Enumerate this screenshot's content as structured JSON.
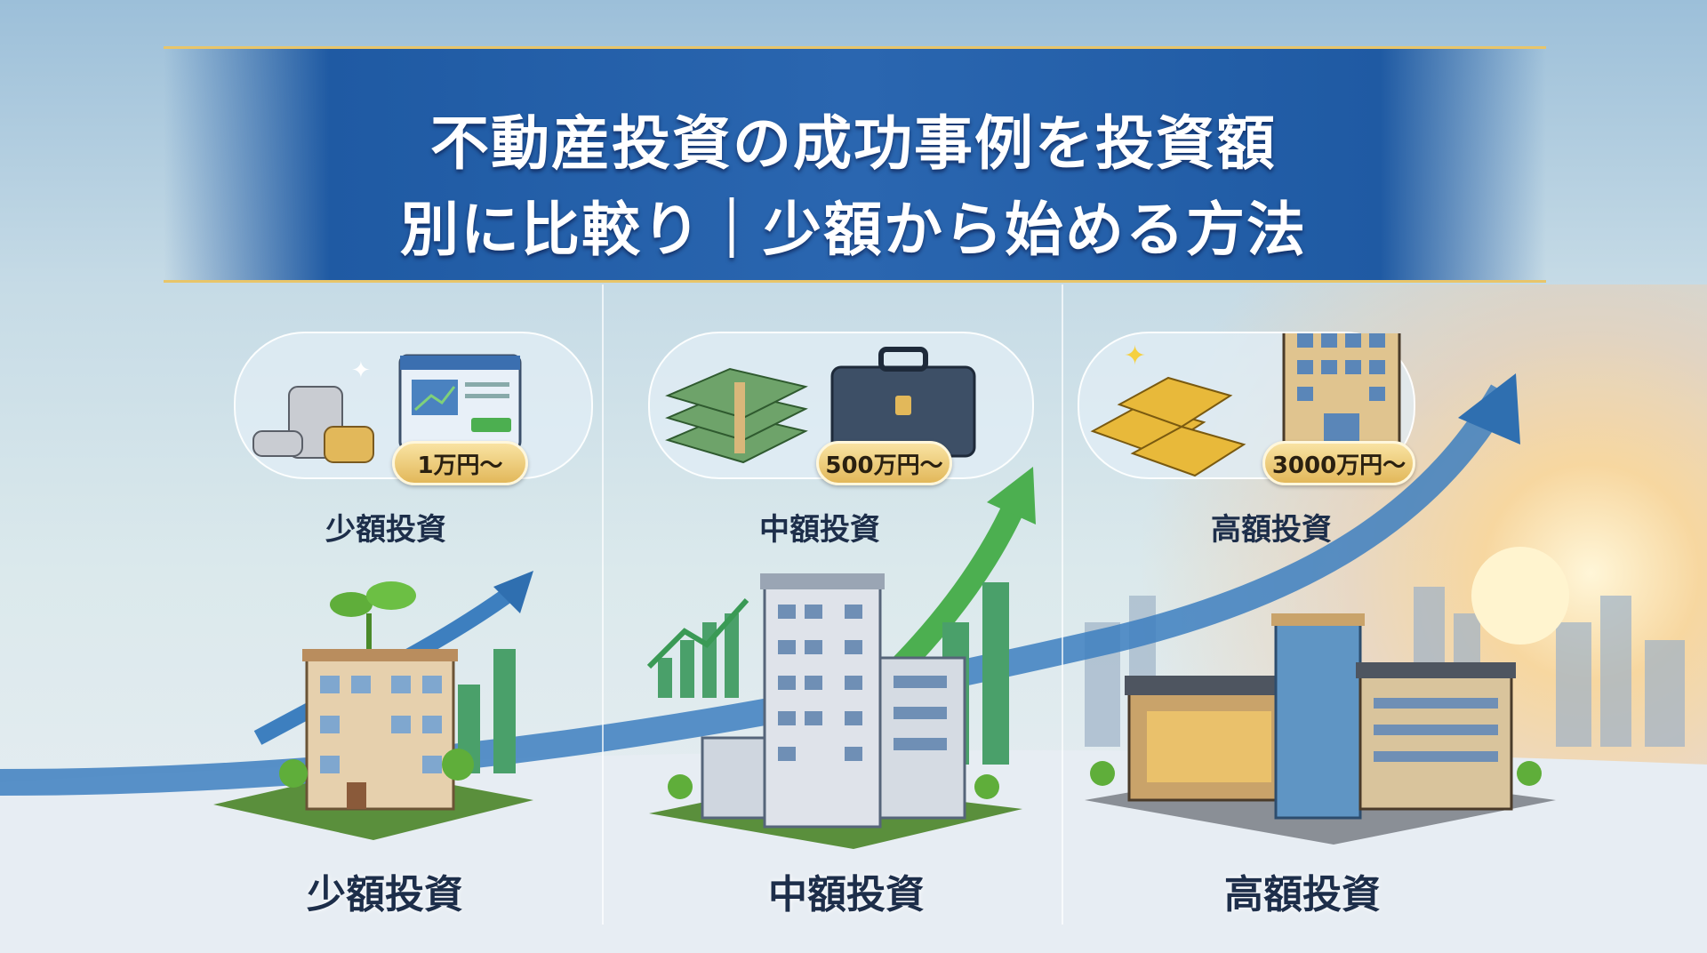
{
  "title": {
    "line1": "不動産投資の成功事例を投資額",
    "line2": "別に比較り｜少額から始める方法"
  },
  "tiers": [
    {
      "label": "少額投資",
      "badge": "1万円〜",
      "bottom_label": "少額投資"
    },
    {
      "label": "中額投資",
      "badge": "500万円〜",
      "bottom_label": "中額投資"
    },
    {
      "label": "高額投資",
      "badge": "3000万円〜",
      "bottom_label": "高額投資"
    }
  ],
  "colors": {
    "banner": "#2a66b0",
    "gold": "#e2b85a",
    "arrow": "#2f6fb0",
    "green": "#4caf50",
    "text": "#1d2e4a"
  }
}
